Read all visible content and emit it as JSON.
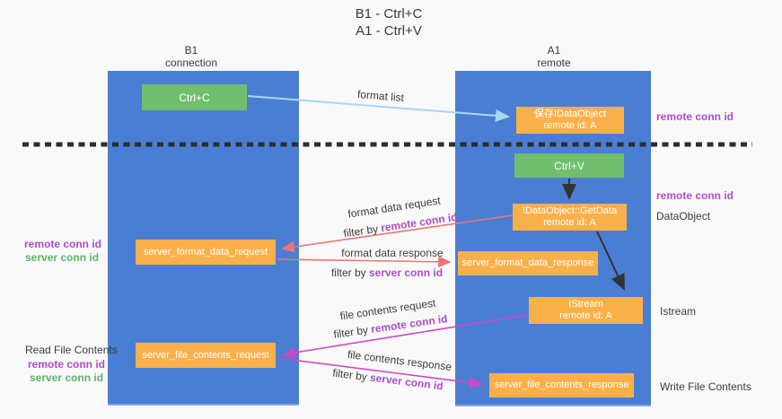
{
  "title": {
    "line1": "B1 - Ctrl+C",
    "line2": "A1 - Ctrl+V"
  },
  "lanes": {
    "left": {
      "title": "B1",
      "subtitle": "connection"
    },
    "right": {
      "title": "A1",
      "subtitle": "remote"
    }
  },
  "nodes": {
    "ctrl_c": {
      "label": "Ctrl+C"
    },
    "save_idataobject": {
      "line1": "保存IDataObject",
      "line2": "remote id: A"
    },
    "ctrl_v": {
      "label": "Ctrl+V"
    },
    "idataobject_getdata": {
      "line1": "IDataObject::GetData",
      "line2": "remote id: A"
    },
    "server_format_data_request": {
      "label": "server_format_data_request"
    },
    "server_format_data_response": {
      "label": "server_format_data_response"
    },
    "istream": {
      "line1": "IStream",
      "line2": "remote id: A"
    },
    "server_file_contents_request": {
      "label": "server_file_contents_request"
    },
    "server_file_contents_response": {
      "label": "server_file_contents_response"
    }
  },
  "edge_labels": {
    "format_list": "format list",
    "format_data_request": "format data request",
    "format_data_response": "format data response",
    "file_contents_request": "file contents request",
    "file_contents_response": "file contents response",
    "filter_by": "filter by ",
    "remote_conn_id": "remote conn id",
    "server_conn_id": "server conn id"
  },
  "side_labels": {
    "right_remote_conn_id_top": "remote conn id",
    "right_remote_conn_id_mid": "remote conn id",
    "dataobject": "DataObject",
    "istream": "Istream",
    "write_file_contents": "Write File Contents",
    "left_remote_conn_id_top": "remote conn id",
    "left_server_conn_id_top": "server conn id",
    "read_file_contents": "Read File Contents",
    "left_remote_conn_id_bottom": "remote conn id",
    "left_server_conn_id_bottom": "server conn id"
  },
  "colors": {
    "lane_blue": "#4a7ed3",
    "box_green": "#71bf6e",
    "box_orange": "#fab049",
    "purple_text": "#ab4ec6",
    "green_text": "#5cb566",
    "salmon_arrow": "#f07373",
    "magenta_arrow": "#d246c8",
    "light_blue_arrow": "#a9d6f4",
    "dark_text": "#3c3c3c"
  }
}
